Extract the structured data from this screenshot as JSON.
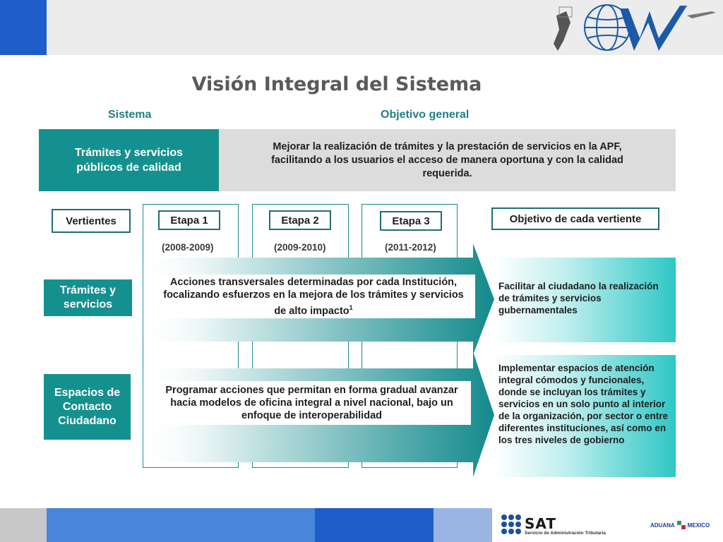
{
  "slide": {
    "title": "Visión  Integral del  Sistema",
    "header_sistema": "Sistema",
    "header_objetivo": "Objetivo general",
    "sistema_text": "Trámites y servicios públicos de calidad",
    "objetivo_text": "Mejorar la realización de trámites y la prestación de servicios en la APF, facilitando a los usuarios el acceso de manera oportuna y con la calidad requerida.",
    "vertientes_label": "Vertientes",
    "objetivo_vertiente_label": "Objetivo de cada vertiente",
    "stages": [
      {
        "label": "Etapa 1",
        "years": "(2008-2009)"
      },
      {
        "label": "Etapa 2",
        "years": "(2009-2010)"
      },
      {
        "label": "Etapa 3",
        "years": "(2011-2012)"
      }
    ],
    "rows": [
      {
        "label": "Trámites y servicios",
        "action": "Acciones transversales determinadas por cada Institución, focalizando esfuerzos en la mejora de los trámites y servicios de alto impacto",
        "footnote": "1",
        "objective": "Facilitar al ciudadano la realización de trámites y servicios gubernamentales"
      },
      {
        "label": "Espacios de Contacto Ciudadano",
        "action": "Programar acciones que permitan en forma gradual avanzar hacia modelos de oficina integral a nivel nacional, bajo un enfoque de interoperabilidad",
        "objective": "Implementar  espacios de atención integral cómodos y funcionales, donde se incluyan los trámites y servicios en un solo punto al interior de la organización, por sector o entre diferentes instituciones, así como en los tres niveles de gobierno"
      }
    ]
  },
  "footer": {
    "sat_logo_text": "SAT",
    "sat_subtitle": "Servicio de Administración Tributaria",
    "aduana_left": "ADUANA",
    "aduana_right": "MEXICO"
  },
  "colors": {
    "teal": "#14918f",
    "blue": "#1f5ec8",
    "gray": "#dcdcdc"
  }
}
